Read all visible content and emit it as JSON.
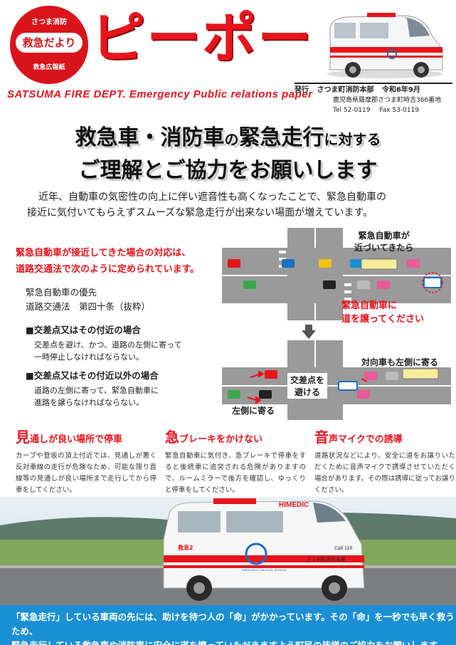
{
  "header": {
    "seal_top": "さつま消防",
    "seal_mid": "救急だより",
    "seal_bottom": "救急広報紙",
    "masthead": "ピーポー",
    "subbanner": "SATSUMA FIRE DEPT.  Emergency Public relations paper",
    "publisher_label": "発行",
    "publisher": "さつま町消防本部",
    "issue_date": "令和6年9月",
    "address": "鹿児島県薩摩郡さつま町時吉366番地",
    "tel": "Tel 52-0119",
    "fax": "Fax 53-0119"
  },
  "title": {
    "part1": "救急車・消防車",
    "part2": "の",
    "part3": "緊急走行",
    "part4": "に対する",
    "line2": "ご理解とご協力をお願いします"
  },
  "intro": {
    "line1": "近年、自動車の気密性の向上に伴い遮音性も高くなったことで、緊急自動車の",
    "line2": "接近に気付いてもらえずスムーズな緊急走行が出来ない場面が増えています。"
  },
  "left": {
    "head_line1": "緊急自動車が接近してきた場合の対応は、",
    "head_line2": "道路交通法で次のように定められています。",
    "law_line1": "緊急自動車の優先",
    "law_line2": "道路交通法　第四十条（抜粋）",
    "rule1_head": "■交差点又はその付近の場合",
    "rule1_body1": "交差点を避け、かつ、道路の左側に寄って",
    "rule1_body2": "一時停止しなければならない。",
    "rule2_head": "■交差点又はその付近以外の場合",
    "rule2_body1": "道路の左側に寄って、緊急自動車に",
    "rule2_body2": "進路を譲らなければならない。"
  },
  "diagram1": {
    "label_approach1": "緊急自動車が",
    "label_approach2": "近づいてきたら",
    "label_yield1": "緊急自動車に",
    "label_yield2": "道を譲ってください"
  },
  "diagram2": {
    "label_oncoming": "対向車も左側に寄る",
    "label_avoid1": "交差点を",
    "label_avoid2": "避ける",
    "label_left": "左側に寄る"
  },
  "columns": [
    {
      "first": "見",
      "rest": "通しが良い場所で停車",
      "body": "カーブや登坂の頂上付近では、見通しが悪く反対車線の走行が危険なため、可能な限り直線等の見通しが良い場所まで走行してから停車をしてください。"
    },
    {
      "first": "急",
      "rest": "ブレーキをかけない",
      "body": "緊急自動車に気付き、急ブレーキで停車をすると後続車に追突される危険がありますので、ルームミラーで後方を確認し、ゆっくりと停車をしてください。"
    },
    {
      "first": "音",
      "rest": "声マイクでの誘導",
      "body": "道路状況などにより、安全に道をお譲りいただくために音声マイクで誘導させていただく場合があります。その際は誘導に従ってお譲りください。"
    }
  ],
  "photo": {
    "brand": "HIMEDIC",
    "call": "Call 119",
    "unit": "救急2",
    "dept": "さつま町消防本部",
    "emblem": "EMERGENCY MEDICAL SERVICE"
  },
  "footer": {
    "line1": "「緊急走行」している車両の先には、助けを待つ人の「命」がかかっています。その「命」を一秒でも早く救うため、",
    "line2": "緊急走行している救急車や消防車に安全に道を譲っていただきますよう町民の皆様のご協力をお願いします。"
  },
  "colors": {
    "accent_red": "#e8141c",
    "footer_blue": "#1b8fd3"
  }
}
